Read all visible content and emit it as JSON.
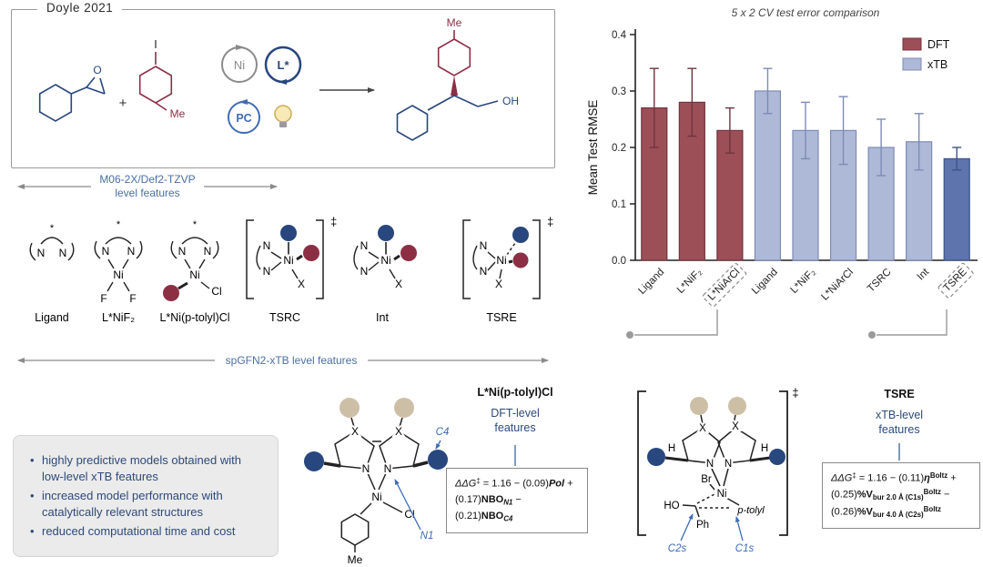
{
  "scheme": {
    "title": "Doyle 2021",
    "plus": "+",
    "cycle_ni": "Ni",
    "cycle_ligand": "L*",
    "cycle_pc": "PC",
    "substrate_iodide_halogen": "I",
    "substrate_iodide_methyl": "Me",
    "epoxide_oxygen": "O",
    "product_methyl": "Me",
    "product_hydroxyl": "OH"
  },
  "dft_features": {
    "label": "M06-2X/Def2-TZVP level features",
    "structures": [
      "Ligand",
      "L*NiF₂",
      "L*Ni(p-tolyl)Cl",
      "TSRC",
      "Int",
      "TSRE"
    ]
  },
  "xtb_features": {
    "label": "spGFN2-xTB level features"
  },
  "atoms": {
    "n": "N",
    "ni": "Ni",
    "f": "F",
    "cl": "Cl",
    "x": "X",
    "h": "H",
    "br": "Br",
    "o": "O",
    "me": "Me",
    "oh": "OH",
    "ho": "HO",
    "i": "I",
    "ph": "Ph",
    "p_tolyl": "p-tolyl",
    "star": "*",
    "dagger": "‡"
  },
  "annotations": {
    "n1": "N1",
    "c4": "C4",
    "c1s": "C1s",
    "c2s": "C2s"
  },
  "chart_data": {
    "type": "bar",
    "title": "5 x 2 CV test error comparison",
    "ylabel": "Mean Test RMSE",
    "ylim": [
      0,
      0.4
    ],
    "yticks": [
      0,
      0.1,
      0.2,
      0.3,
      0.4
    ],
    "legend_position": "upper right",
    "colors": {
      "DFT": "#9d4f58",
      "DFT_edge": "#6e353e",
      "xTB": "#aeb9d8",
      "xTB_edge": "#7d8bb5",
      "xTB_emphasis": "#5d74ad",
      "xTB_emphasis_edge": "#3e5488"
    },
    "legend": [
      {
        "key": "DFT",
        "label": "DFT"
      },
      {
        "key": "xTB",
        "label": "xTB"
      }
    ],
    "bars": [
      {
        "category": "Ligand",
        "group": "DFT",
        "value": 0.27,
        "error": 0.07
      },
      {
        "category": "L*NiF₂",
        "group": "DFT",
        "value": 0.28,
        "error": 0.06
      },
      {
        "category": "L*NiArCl",
        "group": "DFT",
        "value": 0.23,
        "error": 0.04,
        "highlight": true
      },
      {
        "category": "Ligand",
        "group": "xTB",
        "value": 0.3,
        "error": 0.04
      },
      {
        "category": "L*NiF₂",
        "group": "xTB",
        "value": 0.23,
        "error": 0.05
      },
      {
        "category": "L*NiArCl",
        "group": "xTB",
        "value": 0.23,
        "error": 0.06
      },
      {
        "category": "TSRC",
        "group": "xTB",
        "value": 0.2,
        "error": 0.05
      },
      {
        "category": "Int",
        "group": "xTB",
        "value": 0.21,
        "error": 0.05
      },
      {
        "category": "TSRE",
        "group": "xTB",
        "value": 0.18,
        "error": 0.02,
        "highlight": true,
        "emphasis": true
      }
    ]
  },
  "bullets": [
    "highly predictive models obtained with low-level xTB features",
    "increased model performance with catalytically relevant structures",
    "reduced computational time and cost"
  ],
  "dft_panel": {
    "title": "L*Ni(p-tolyl)Cl",
    "subtitle": "DFT-level features",
    "equation": [
      {
        "t": "ΔΔG",
        "s": "i"
      },
      {
        "t": "‡",
        "s": "sup"
      },
      {
        "t": " = 1.16 − (0.09)",
        "s": ""
      },
      {
        "t": "Pol",
        "s": "b i"
      },
      {
        "t": " + (0.17)",
        "s": ""
      },
      {
        "t": "NBO",
        "s": "b"
      },
      {
        "t": "N1",
        "s": "b i sub"
      },
      {
        "t": " − (0.21)",
        "s": ""
      },
      {
        "t": "NBO",
        "s": "b"
      },
      {
        "t": "C4",
        "s": "b i sub"
      }
    ]
  },
  "xtb_panel": {
    "title": "TSRE",
    "subtitle": "xTB-level features",
    "equation": [
      {
        "t": "ΔΔG",
        "s": "i"
      },
      {
        "t": "‡",
        "s": "sup"
      },
      {
        "t": " = 1.16 − (0.11)",
        "s": ""
      },
      {
        "t": "η",
        "s": "b i"
      },
      {
        "t": "Boltz",
        "s": "b sup"
      },
      {
        "t": " + (0.25)",
        "s": ""
      },
      {
        "t": "%V",
        "s": "b"
      },
      {
        "t": "bur 2.0 Å (C1s)",
        "s": "b sub"
      },
      {
        "t": "Boltz",
        "s": "b sup"
      },
      {
        "t": " − (0.26)",
        "s": ""
      },
      {
        "t": "%V",
        "s": "b"
      },
      {
        "t": "bur 4.0 Å (C2s)",
        "s": "b sub"
      },
      {
        "t": "Boltz",
        "s": "b sup"
      }
    ]
  }
}
